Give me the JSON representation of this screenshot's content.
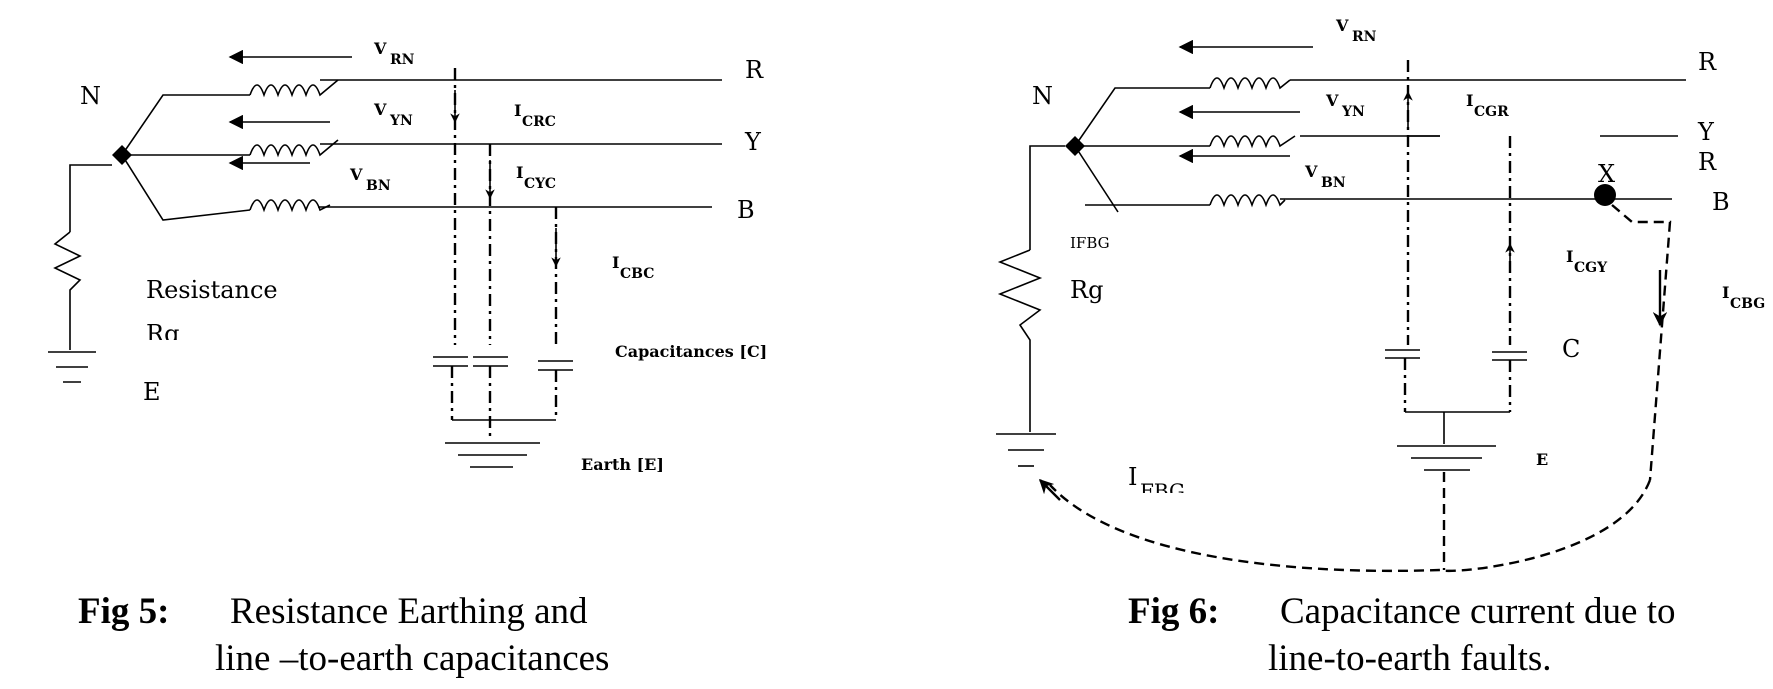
{
  "fig5": {
    "node_n": "N",
    "phase_r": "R",
    "phase_y": "Y",
    "phase_b": "B",
    "v_rn": "V",
    "v_rn_sub": "RN",
    "v_yn": "V",
    "v_yn_sub": "YN",
    "v_bn": "V",
    "v_bn_sub": "BN",
    "i_crc": "I",
    "i_crc_sub": "CRC",
    "i_cyc": "I",
    "i_cyc_sub": "CYC",
    "i_cbc": "I",
    "i_cbc_sub": "CBC",
    "resistance": "Resistance",
    "rg": "Rg",
    "earth_e": "E",
    "capacitances": "Capacitances  [C]",
    "earth_label": "Earth [E]",
    "caption_fig": "Fig 5:",
    "caption_line1": "Resistance Earthing and",
    "caption_line2": "line –to-earth capacitances"
  },
  "fig6": {
    "node_n": "N",
    "phase_r": "R",
    "phase_y": "Y",
    "phase_b": "B",
    "phase_r_overlap": "R",
    "v_rn": "V",
    "v_rn_sub": "RN",
    "v_yn": "V",
    "v_yn_sub": "YN",
    "v_bn": "V",
    "v_bn_sub": "BN",
    "i_cgr": "I",
    "i_cgr_sub": "CGR",
    "i_cgy": "I",
    "i_cgy_sub": "CGY",
    "i_cbg": "I",
    "i_cbg_sub": "CBG",
    "fault_x": "X",
    "ifbg": "IFBG",
    "rg": "Rg",
    "cap_c": "C",
    "earth_e": "E",
    "i_fbg": "I",
    "i_fbg_sub": "FBG",
    "caption_fig": "Fig 6:",
    "caption_line1": "Capacitance current due to",
    "caption_line2": "line-to-earth faults."
  }
}
